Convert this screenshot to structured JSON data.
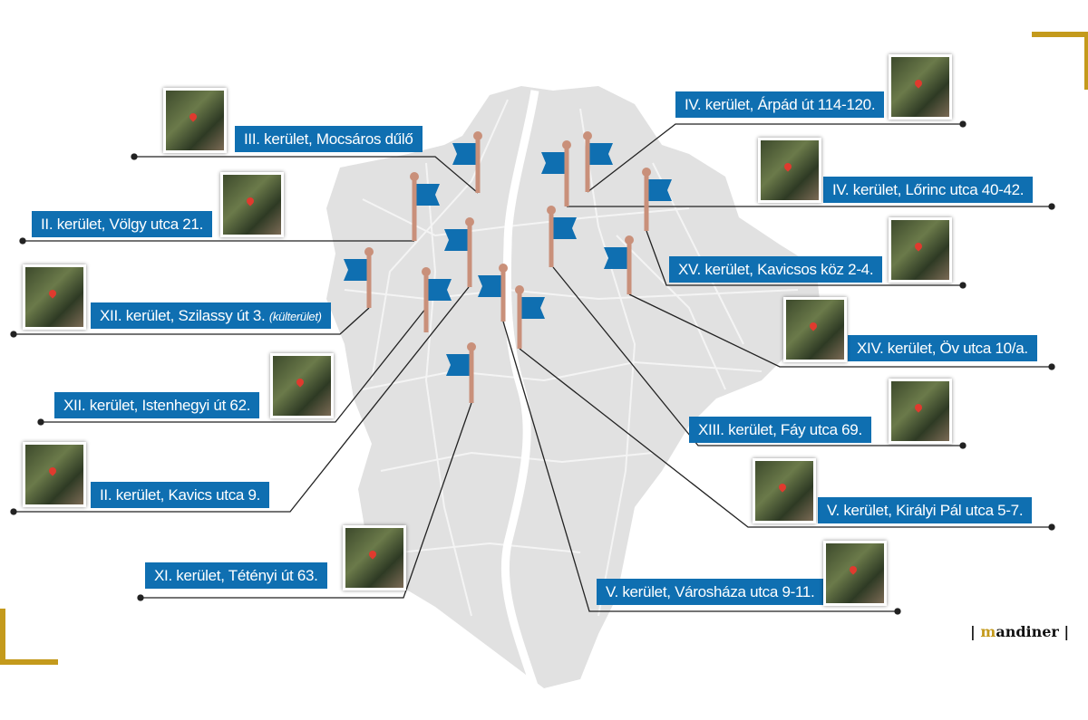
{
  "locations": [
    {
      "label": "III. kerület, Mocsáros dűlő"
    },
    {
      "label": "II. kerület, Völgy utca 21."
    },
    {
      "label": "XII. kerület, Szilassy út 3.",
      "note": "(külterület)"
    },
    {
      "label": "XII. kerület, Istenhegyi út 62."
    },
    {
      "label": "II. kerület, Kavics utca 9."
    },
    {
      "label": "XI. kerület, Tétényi út 63."
    },
    {
      "label": "IV. kerület, Árpád út 114-120."
    },
    {
      "label": "IV. kerület, Lőrinc utca 40-42."
    },
    {
      "label": "XV. kerület, Kavicsos köz 2-4."
    },
    {
      "label": "XIV. kerület, Öv utca 10/a."
    },
    {
      "label": "XIII. kerület, Fáy utca 69."
    },
    {
      "label": "V. kerület, Királyi Pál utca 5-7."
    },
    {
      "label": "V. kerület, Városháza utca 9-11."
    }
  ],
  "logo": {
    "first": "m",
    "rest": "andiner"
  },
  "colors": {
    "label_bg": "#0f6fb1",
    "flag": "#0f6fb1",
    "pole": "#c9907a",
    "map": "#e1e1e1",
    "accent": "#c49a1c"
  }
}
